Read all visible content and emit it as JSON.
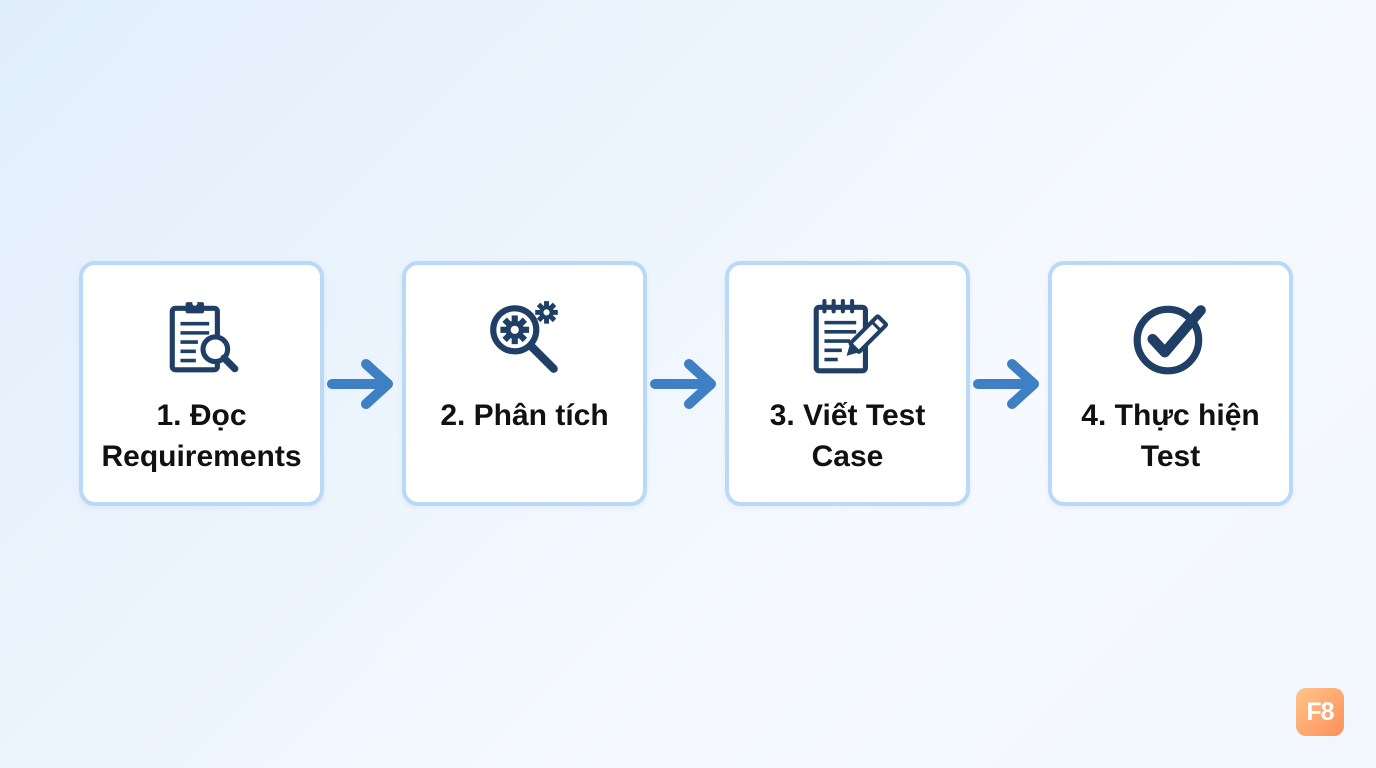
{
  "steps": [
    {
      "label": "1. Đọc Requirements",
      "icon": "clipboard-search-icon"
    },
    {
      "label": "2. Phân tích",
      "icon": "gear-search-icon"
    },
    {
      "label": "3. Viết Test Case",
      "icon": "notepad-pencil-icon"
    },
    {
      "label": "4. Thực hiện Test",
      "icon": "checkmark-circle-icon"
    }
  ],
  "connector_icon": "arrow-right-icon",
  "logo": {
    "text": "F8"
  },
  "colors": {
    "card_border": "#b9d9f7",
    "icon_primary": "#1f3f66",
    "arrow": "#3f7fc4",
    "logo_bg": "#ff9b63",
    "text": "#111111"
  }
}
